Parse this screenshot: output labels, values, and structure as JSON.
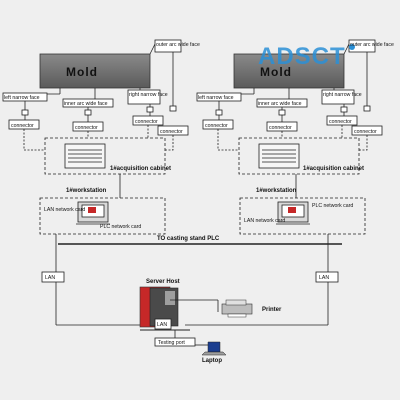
{
  "watermark": {
    "text": "ADSCT",
    "color": "#2a8fd6"
  },
  "molds": [
    {
      "label": "Mold",
      "faces": {
        "outer": "outer arc wide face",
        "left": "left narrow face",
        "inner": "inner arc wide face",
        "right": "right narrow face"
      },
      "connector_label": "connector",
      "cabinet_label": "1#acquisition cabinet",
      "workstation_label": "1#workstation",
      "lan_card_label": "LAN network card",
      "plc_card_label": "PLC network card"
    },
    {
      "label": "Mold",
      "faces": {
        "outer": "outer arc wide face",
        "left": "left narrow face",
        "inner": "inner arc wide face",
        "right": "right narrow face"
      },
      "connector_label": "connector",
      "cabinet_label": "1#acquisition cabinet",
      "workstation_label": "1#workstation",
      "lan_card_label": "LAN network card",
      "plc_card_label": "PLC network card"
    }
  ],
  "casting_plc_label": "TO casting stand PLC",
  "lan_label": "LAN",
  "server": {
    "label": "Server Host",
    "lan_label": "LAN"
  },
  "printer_label": "Printer",
  "test_port_label": "Testing port",
  "laptop_label": "Laptop",
  "colors": {
    "mold_fill": "#6e6e6e",
    "line": "#222222",
    "plc_red": "#c62828"
  }
}
